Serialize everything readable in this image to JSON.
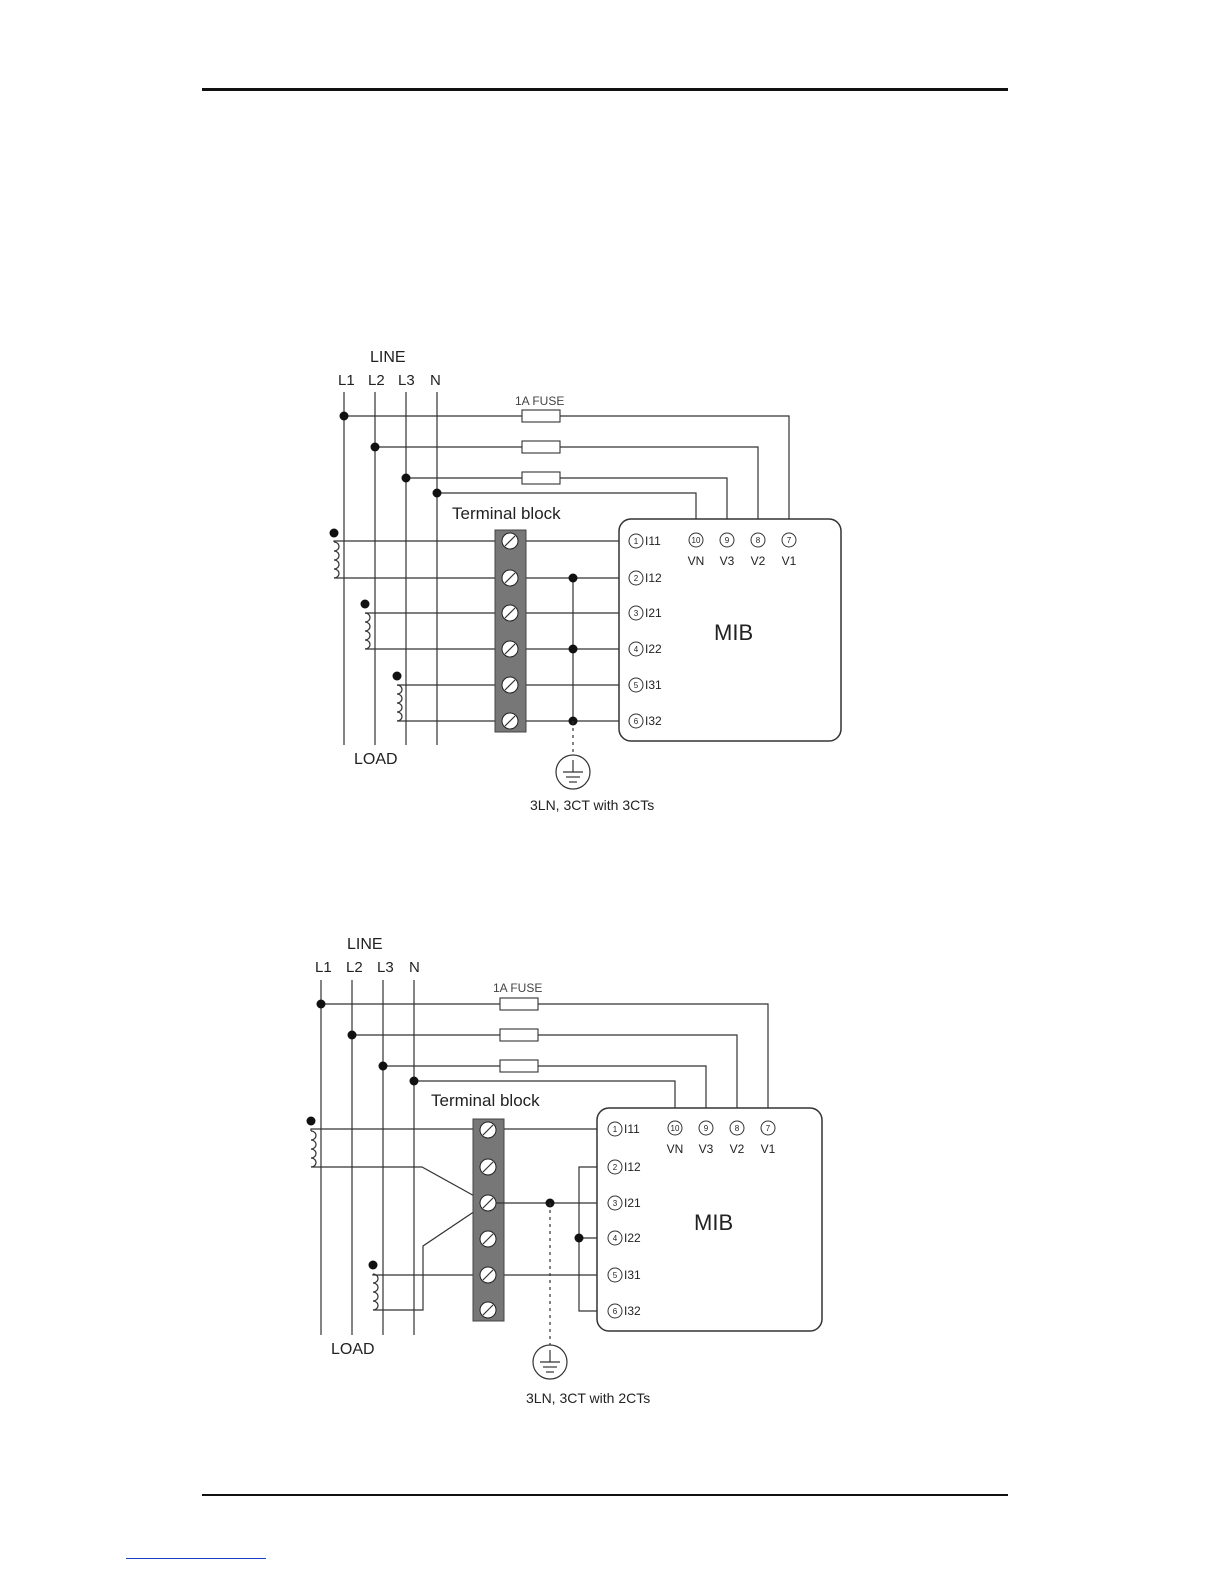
{
  "diagrams": [
    {
      "line_label": "LINE",
      "phases": [
        "L1",
        "L2",
        "L3",
        "N"
      ],
      "fuse_label": "1A FUSE",
      "terminal_block_label": "Terminal block",
      "device_label": "MIB",
      "current_pins": [
        {
          "num": "1",
          "label": "I11"
        },
        {
          "num": "2",
          "label": "I12"
        },
        {
          "num": "3",
          "label": "I21"
        },
        {
          "num": "4",
          "label": "I22"
        },
        {
          "num": "5",
          "label": "I31"
        },
        {
          "num": "6",
          "label": "I32"
        }
      ],
      "voltage_pins": [
        {
          "num": "10",
          "label": "VN"
        },
        {
          "num": "9",
          "label": "V3"
        },
        {
          "num": "8",
          "label": "V2"
        },
        {
          "num": "7",
          "label": "V1"
        }
      ],
      "load_label": "LOAD",
      "caption": "3LN, 3CT with 3CTs"
    },
    {
      "line_label": "LINE",
      "phases": [
        "L1",
        "L2",
        "L3",
        "N"
      ],
      "fuse_label": "1A FUSE",
      "terminal_block_label": "Terminal block",
      "device_label": "MIB",
      "current_pins": [
        {
          "num": "1",
          "label": "I11"
        },
        {
          "num": "2",
          "label": "I12"
        },
        {
          "num": "3",
          "label": "I21"
        },
        {
          "num": "4",
          "label": "I22"
        },
        {
          "num": "5",
          "label": "I31"
        },
        {
          "num": "6",
          "label": "I32"
        }
      ],
      "voltage_pins": [
        {
          "num": "10",
          "label": "VN"
        },
        {
          "num": "9",
          "label": "V3"
        },
        {
          "num": "8",
          "label": "V2"
        },
        {
          "num": "7",
          "label": "V1"
        }
      ],
      "load_label": "LOAD",
      "caption": "3LN, 3CT with 2CTs"
    }
  ]
}
